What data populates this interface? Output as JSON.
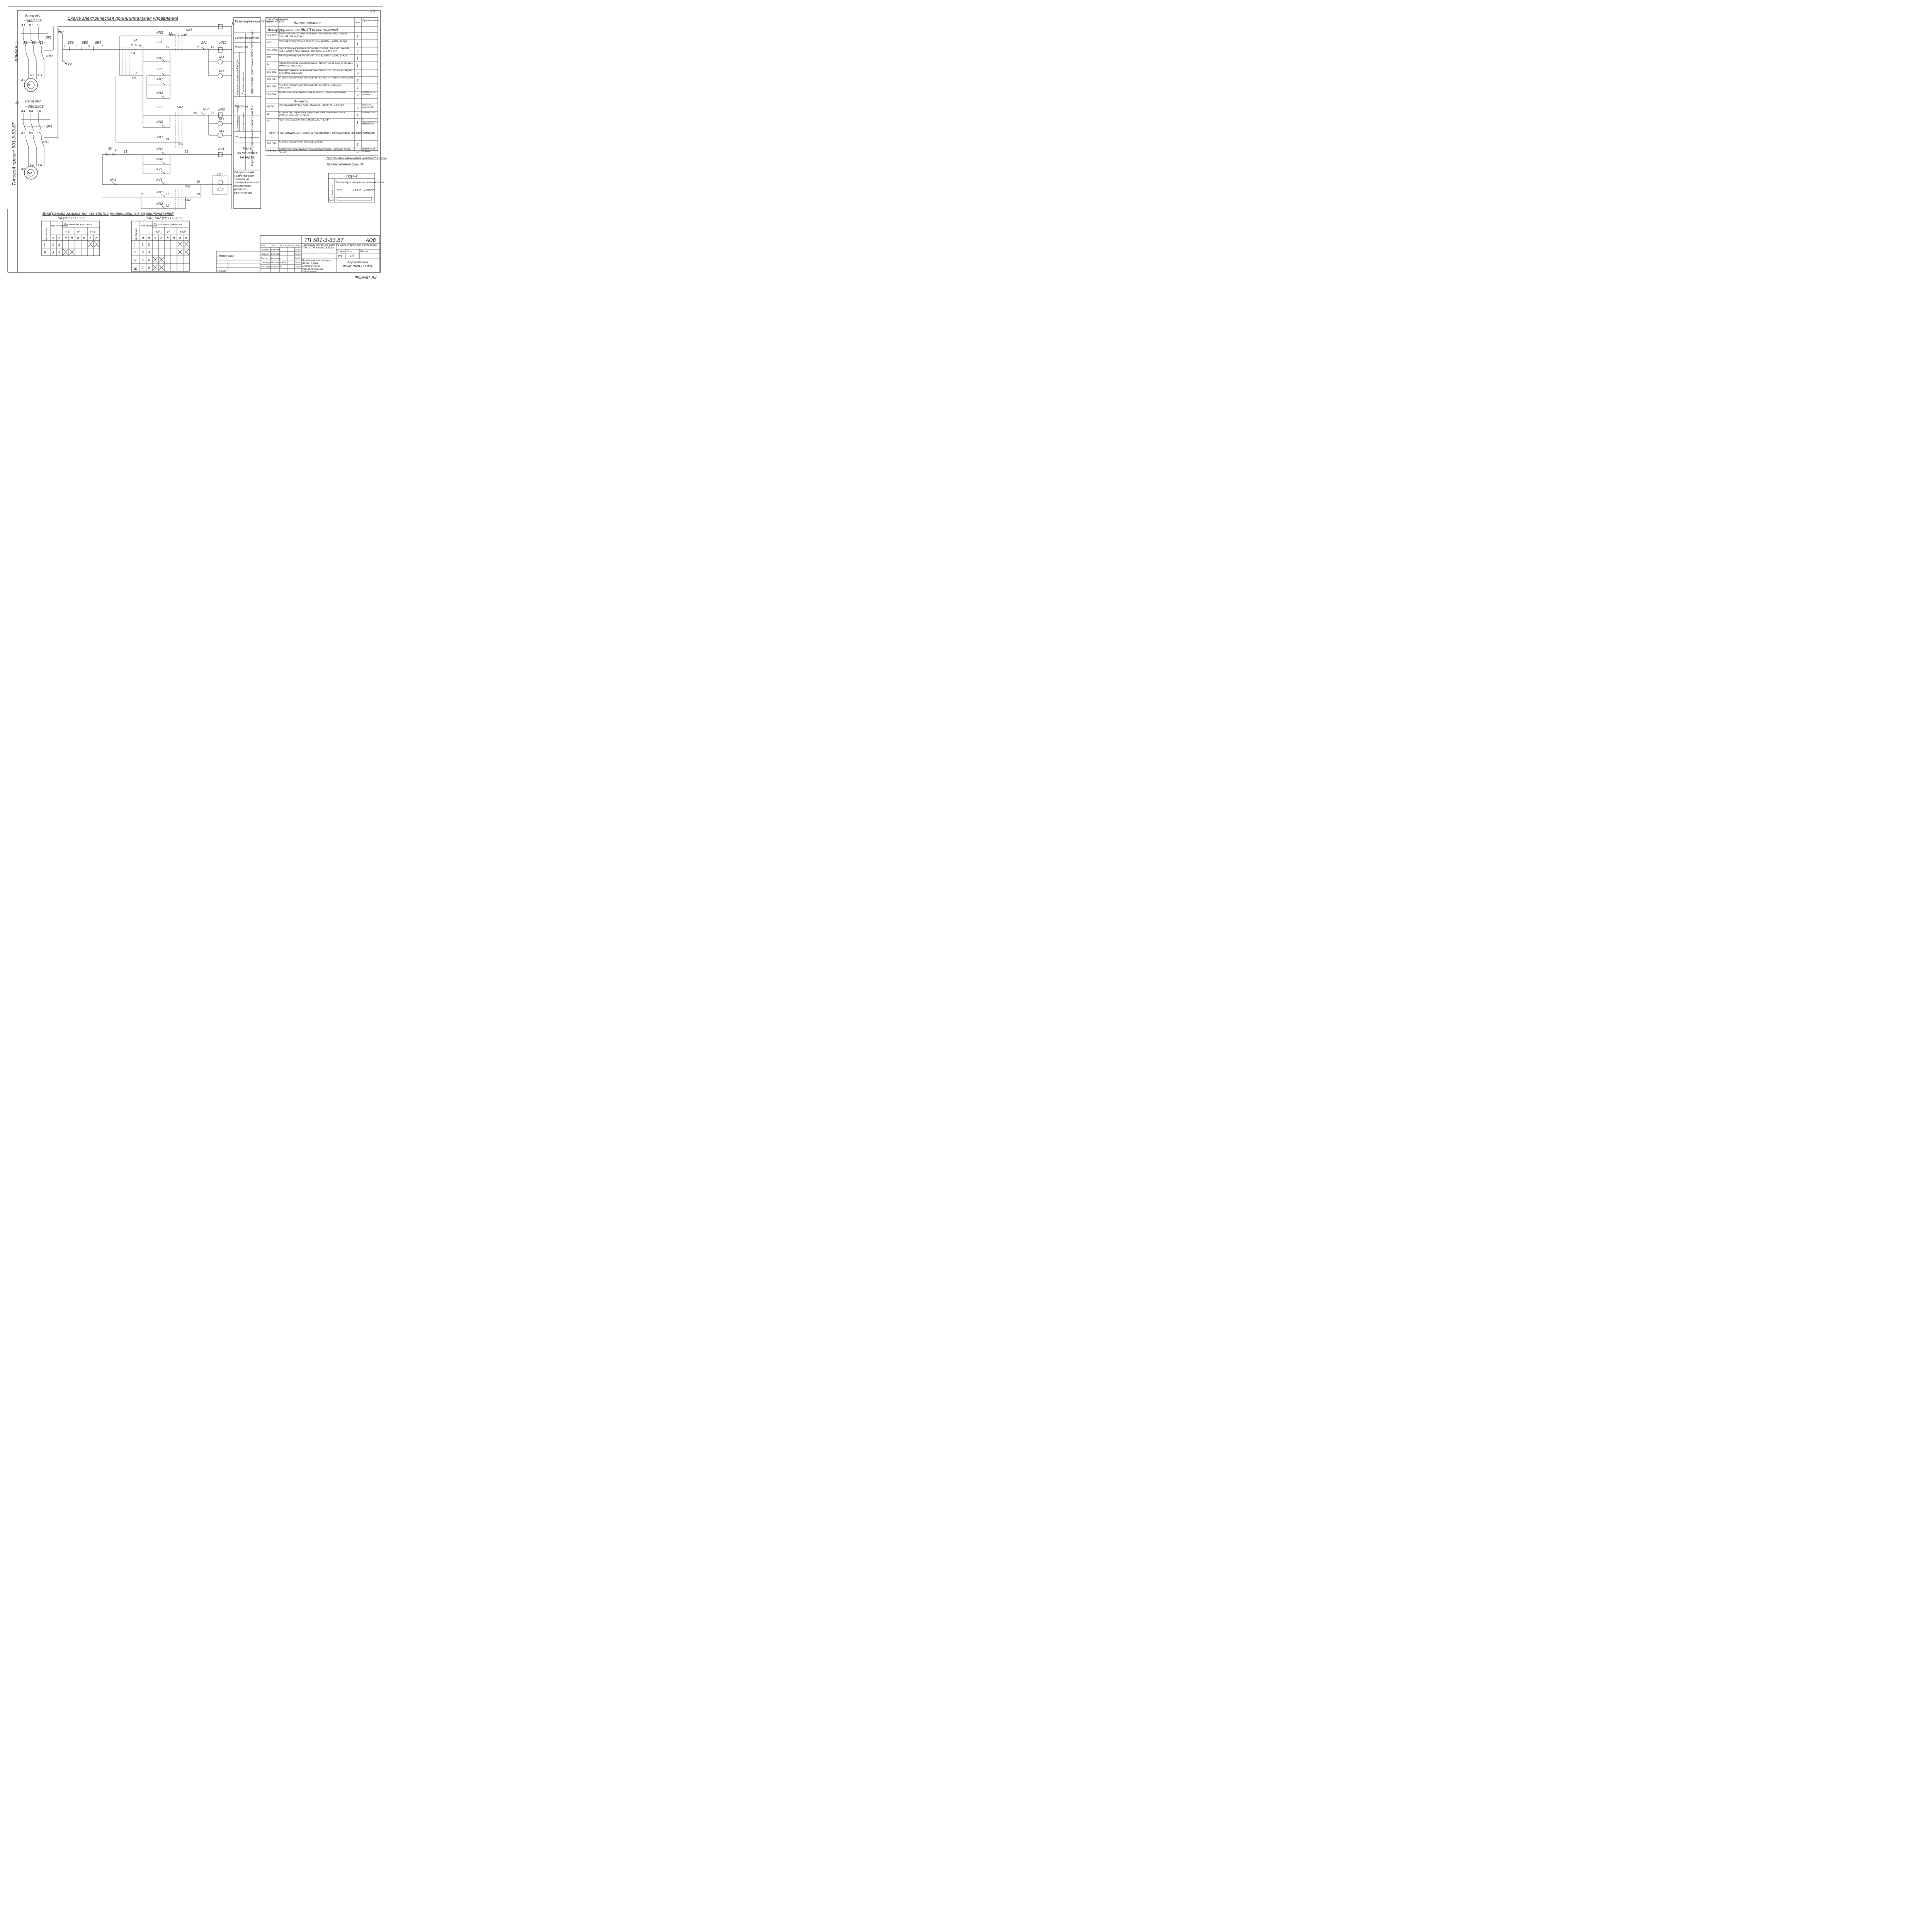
{
  "page": {
    "page_no": "23",
    "title": "Схема электрическая принципиальная управления",
    "format": "Формат А2",
    "album": "Альбом 5",
    "typical_project": "Типовой проект 501-3-33.87",
    "side_number": "23"
  },
  "power": {
    "input1": {
      "title": "Ввод №1",
      "voltage": "~380/220В",
      "phases": [
        "А1",
        "В1",
        "С1"
      ],
      "breaker": "QF1",
      "contactor": "КМ1",
      "motor": "М1"
    },
    "input2": {
      "title": "Ввод №2",
      "voltage": "~380/220В",
      "phases": [
        "А4",
        "В4",
        "С4"
      ],
      "breaker": "QF2",
      "contactor": "КМ2",
      "motor": "М2"
    },
    "points1": [
      "А2",
      "В2",
      "С2",
      "А3",
      "В3",
      "С3"
    ],
    "points2": [
      "А5",
      "В5",
      "С5",
      "А6",
      "В6",
      "С6"
    ]
  },
  "control": {
    "labels": [
      "KV2",
      "KV2",
      "SB6",
      "SB2",
      "SB4",
      "KM2",
      "SA1",
      "SA",
      "SB1",
      "QF1",
      "KM1",
      "KM1",
      "SB5",
      "KM1",
      "KM2",
      "SB3",
      "SA2",
      "QF2",
      "KM2",
      "KM2",
      "KM1",
      "KM1",
      "KM2",
      "KV1",
      "KV1",
      "KV1",
      "KV1",
      "KM1",
      "SA1",
      "SA2",
      "KM2",
      "SK",
      "HL1",
      "HL3",
      "HL2",
      "HL4",
      "ПС",
      "N",
      "Т°"
    ],
    "wire_numbers": [
      "1",
      "3",
      "5",
      "7",
      "11",
      "13",
      "15",
      "17",
      "19",
      "21",
      "25",
      "27",
      "29",
      "31",
      "33",
      "35",
      "37",
      "39",
      "41",
      "43"
    ],
    "switch_notes": [
      "рез.",
      "0",
      "раб.",
      "М",
      "О",
      "Д",
      "3-4",
      "1-2",
      "5-6",
      "3р",
      "2р"
    ]
  },
  "purpose": [
    "Резервирование питания ~220В",
    "Сблокированное",
    "Местное",
    "Сигнализация на ЯУПДУ",
    "Дистанционное",
    "Управление приточным вентилятором №1",
    "Местное",
    "Сигнализация на ЯУПДУ",
    "Дистанционное",
    "Управление приточным вентилятором №2",
    "Сблокированное",
    "Реле включения резерва",
    "Сигнализация срабатывания защиты от замораживания и отключения рабочего вентилятора"
  ],
  "spec": {
    "headers": [
      "Поз. обозначение",
      "Наименование",
      "Кол.",
      "Примечание"
    ],
    "section1": "Шкаф управления ЯШУП (в венткамере)",
    "rows1": [
      {
        "pos": "QF1 QF2",
        "name": "Выключатель автоматический типа АП50Б-3МТ, ~380В, Ір=1.6А, 1П контакт",
        "qty": "2",
        "note": ""
      },
      {
        "pos": "KV2",
        "name": "Реле промежуточное типа РПУ2-3622093 ~220В, 2з+2р",
        "qty": "1",
        "note": ""
      },
      {
        "pos": "КМ1 КМ2",
        "name": "Пускатель магнитный типа ПМЕ-110004, 1р.конт. Ін=10А, кат.~220В с приставкой ПКЛ 2204, 2з+2р конт.",
        "qty": "2",
        "note": ""
      },
      {
        "pos": "KV1",
        "name": "Реле промежуточное типа РПУ2-3622093 ~220В, 2з+2р",
        "qty": "1",
        "note": ""
      },
      {
        "pos": "SA",
        "name": "Переключатель универсальный типа УП5311-С23, 2 секции, рукоятка овальная",
        "qty": "1",
        "note": ""
      },
      {
        "pos": "SA1 SA2",
        "name": "Универсальный переключатель типа УП5312-С29, 4 секции, рукоятка овальная",
        "qty": "2",
        "note": ""
      },
      {
        "pos": "SB1 SB3",
        "name": "Кнопка управления типа КЕ-011У3, исп.4, черный толкатель",
        "qty": "2",
        "note": ""
      },
      {
        "pos": "SB2 SB4",
        "name": "Кнопка управления типа КЕ-011У3, исп.5, красный толкатель",
        "qty": "2",
        "note": ""
      },
      {
        "pos": "HL1 HL2",
        "name": "Арматура сигнальная типа АС4201, с лампой КМ24-90",
        "qty": "2",
        "note": "светофильтр зеленый"
      }
    ],
    "section2": "По месту",
    "rows2": [
      {
        "pos": "М1 М2",
        "name": "Электродвигатель типа 4АА50В4 ~380В, N=0.09 кВт",
        "qty": "2",
        "note": "заказан в разделе ОВ"
      },
      {
        "pos": "SK",
        "name": "Устройство терморегулирующее электрическое типа ТУДЭ-4, ТУ25-02.1074-75",
        "qty": "1",
        "note": "комплект ОВ"
      },
      {
        "pos": "ПС",
        "name": "Пост сигнальный типа ЗВЛП-220, ~220В",
        "qty": "1",
        "note": "в обслуживаемом помещении"
      }
    ],
    "section3": "Пост ЯПДУ (ЯПДУ5-2У4-40У3) в помещении, обслуживаемом венткамерой",
    "rows3": [
      {
        "pos": "SB5 SB6",
        "name": "Кнопка управления типа КУ, 1з+1р",
        "qty": "2",
        "note": ""
      },
      {
        "pos": "HL3 HL4",
        "name": "Арматура сигнальная с трансформатором ~220/24В типа АС-13",
        "qty": "2",
        "note": "светофильтр зеленый"
      }
    ]
  },
  "thermo": {
    "title": "Диаграмма замыкания контактов термодатчика",
    "sensor": "Датчик температуры SK",
    "device": "ТУДЭ-4",
    "col": "Температура обратного теплоносителя",
    "row_head": "обозн. конт.",
    "t1": "0°С",
    "t2": "+30°С",
    "t3": "+200°С",
    "contact": "3р-2р"
  },
  "switch_diagrams": {
    "title": "Диаграммы замыкания контактов универсальных переключателей",
    "sa": {
      "title": "SA (УП5311-С23)",
      "headers": [
        "№ секции",
        "№№ контактов",
        "Положение рукоятки",
        "-45°",
        "0°",
        "+45°"
      ],
      "lp": [
        "Л",
        "П",
        "Л",
        "П",
        "Л",
        "П",
        "Л",
        "П"
      ],
      "rows": [
        {
          "sec": "I",
          "c1": "1",
          "c2": "2",
          "x": [
            false,
            false,
            false,
            false,
            true,
            true
          ]
        },
        {
          "sec": "II",
          "c1": "3",
          "c2": "4",
          "x": [
            true,
            true,
            false,
            false,
            false,
            false
          ]
        }
      ]
    },
    "sa12": {
      "title": "SA1, SA2 (УП5312-С29)",
      "headers": [
        "№ секции",
        "№№ контактов",
        "Положение рукоятки",
        "-45°",
        "0°",
        "+45°"
      ],
      "lp": [
        "Л",
        "П",
        "Л",
        "П",
        "Л",
        "П",
        "Л",
        "П"
      ],
      "rows": [
        {
          "sec": "I",
          "c1": "1",
          "c2": "2",
          "x": [
            false,
            false,
            false,
            false,
            true,
            true
          ]
        },
        {
          "sec": "II",
          "c1": "3",
          "c2": "4",
          "x": [
            false,
            false,
            false,
            false,
            true,
            true
          ]
        },
        {
          "sec": "III",
          "c1": "5",
          "c2": "6",
          "x": [
            true,
            true,
            false,
            false,
            false,
            false
          ]
        },
        {
          "sec": "IV",
          "c1": "7",
          "c2": "8",
          "x": [
            true,
            true,
            false,
            false,
            false,
            false
          ]
        }
      ]
    }
  },
  "stamp": {
    "code": "ТП 501-3-33.87",
    "mark": "АОВ",
    "title": "Тепловозо-вагонное депо на одно стойло для тепловозов ТГМ и ТГМ колеи 1520мм",
    "sheet_title": "Приточная вентиляция П1,П2. Схема электрическая принципиальная управления.",
    "stage": "РП",
    "sheet": "10",
    "stage_label": "Стадия",
    "sheet_label": "Лист",
    "sheets_label": "Листов",
    "org": "Харьковский ПРОМТРАНСПРОЕКТ",
    "tied": "Привязан:",
    "inv": "Инв.№",
    "cols": [
      "Изм.",
      "Лист",
      "№ докум.",
      "Подп.",
      "Дата"
    ],
    "people": [
      {
        "role": "Разраб.",
        "name": "Бетаева",
        "date": "5.02.87"
      },
      {
        "role": "Провер.",
        "name": "Белкова",
        "date": "5.02.87"
      },
      {
        "role": "Рук.гр.",
        "name": "Белкова",
        "date": "5.02.87"
      },
      {
        "role": "Н.контр.",
        "name": "Мальчевский",
        "date": "5.02.87"
      },
      {
        "role": "Нач.отд.",
        "name": "Головник",
        "date": "5.02.87"
      }
    ]
  }
}
